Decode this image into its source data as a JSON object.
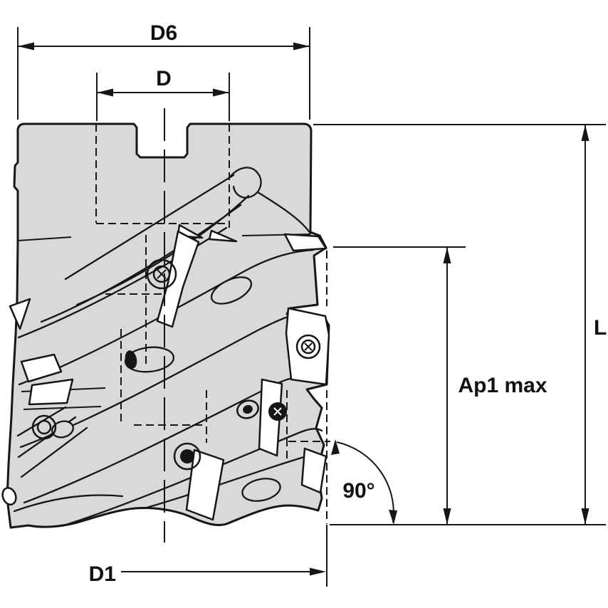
{
  "labels": {
    "d6": "D6",
    "d": "D",
    "l": "L",
    "ap1_max": "Ap1 max",
    "corner_angle": "90°",
    "d1": "D1"
  },
  "colors": {
    "background": "#ffffff",
    "body_fill": "#d9d9d9",
    "line": "#161616"
  }
}
